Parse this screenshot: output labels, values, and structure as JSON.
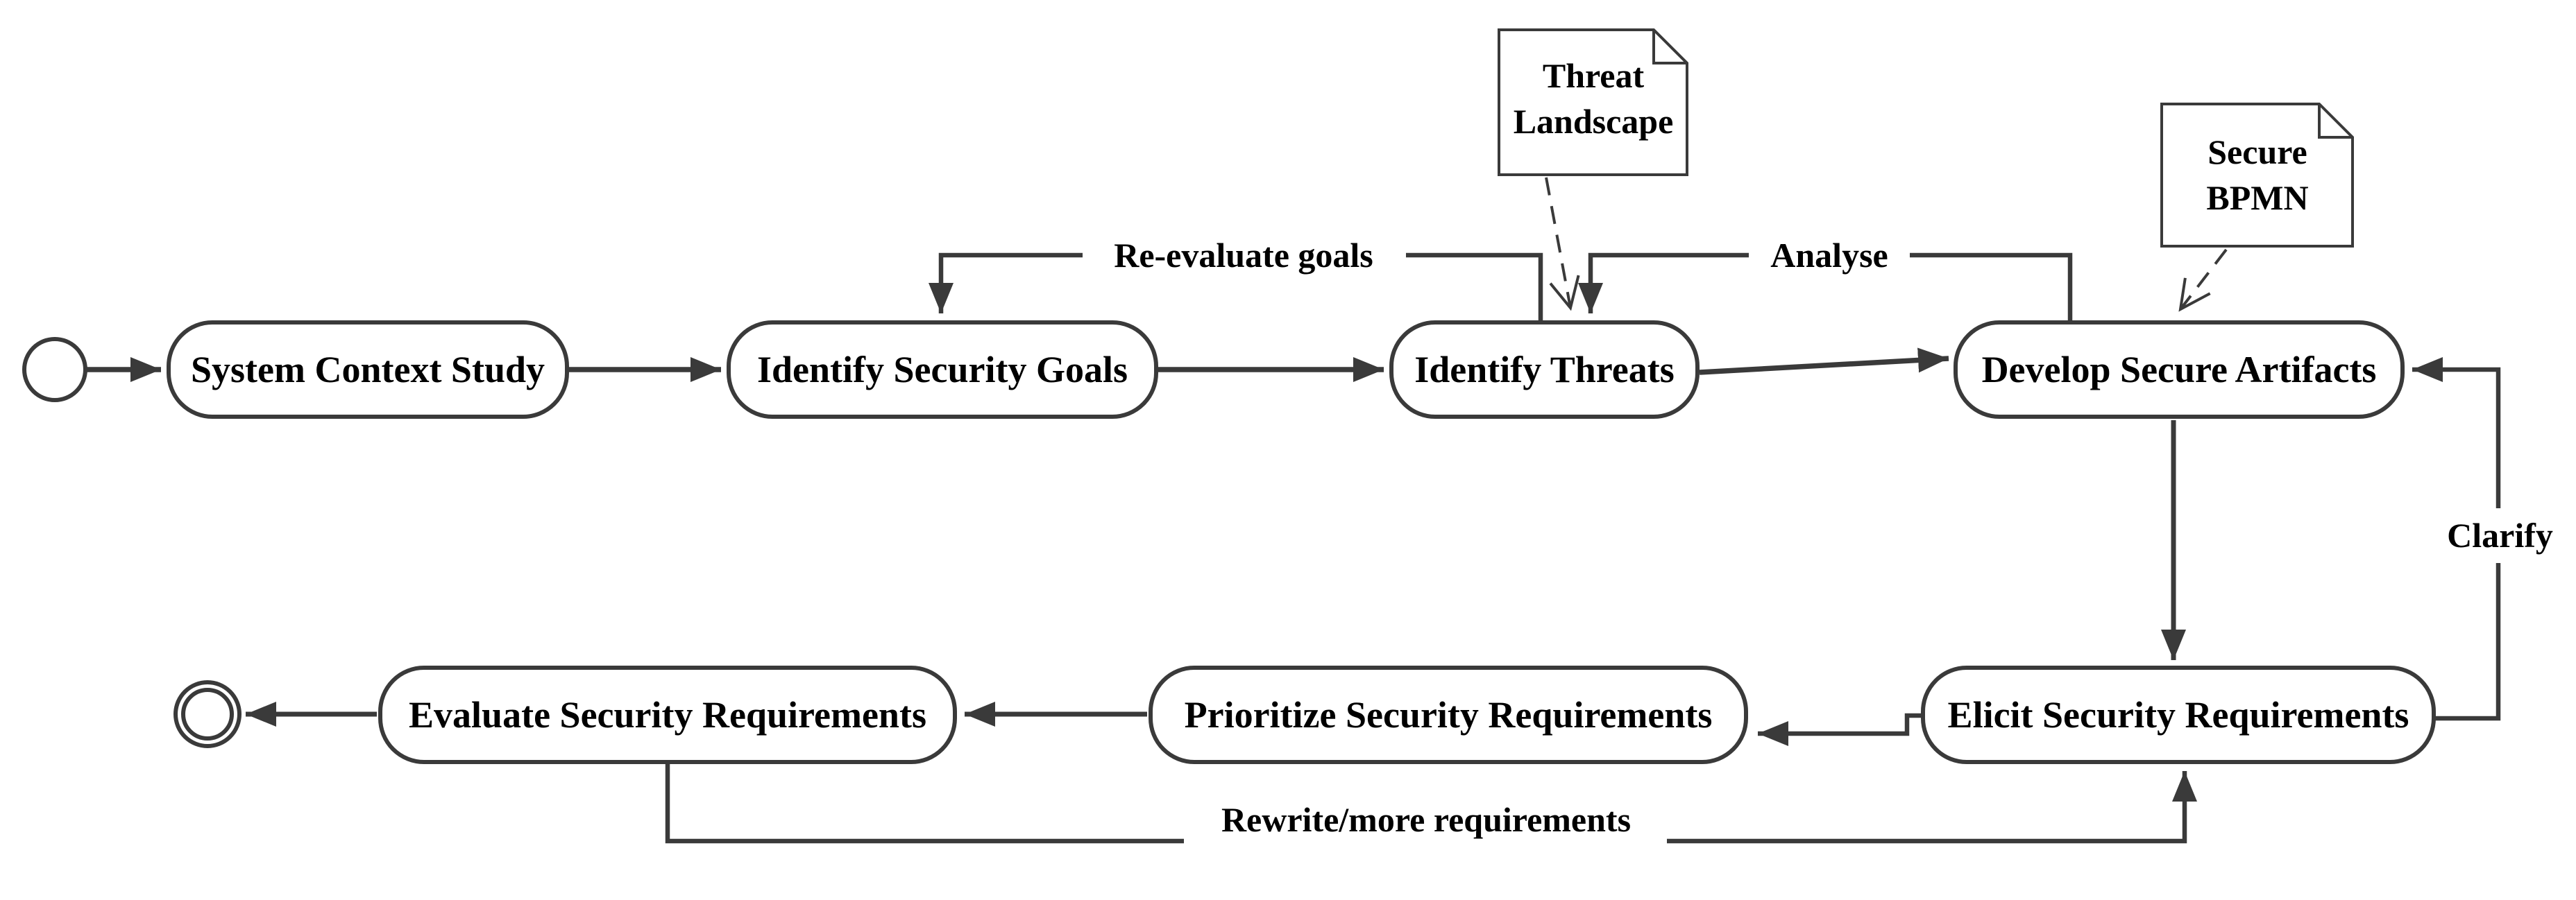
{
  "activities": {
    "system_context_study": "System Context Study",
    "identify_security_goals": "Identify Security Goals",
    "identify_threats": "Identify Threats",
    "develop_secure_artifacts": "Develop Secure Artifacts",
    "elicit_security_requirements": "Elicit Security Requirements",
    "prioritize_security_requirements": "Prioritize Security Requirements",
    "evaluate_security_requirements": "Evaluate Security Requirements"
  },
  "notes": {
    "threat_landscape": {
      "line1": "Threat",
      "line2": "Landscape"
    },
    "secure_bpmn": {
      "line1": "Secure",
      "line2": "BPMN"
    }
  },
  "edge_labels": {
    "re_evaluate_goals": "Re-evaluate goals",
    "analyse": "Analyse",
    "clarify": "Clarify",
    "rewrite_more_requirements": "Rewrite/more requirements"
  },
  "colors": {
    "line": "#3a3a3a",
    "text": "#000000",
    "background": "#ffffff"
  }
}
